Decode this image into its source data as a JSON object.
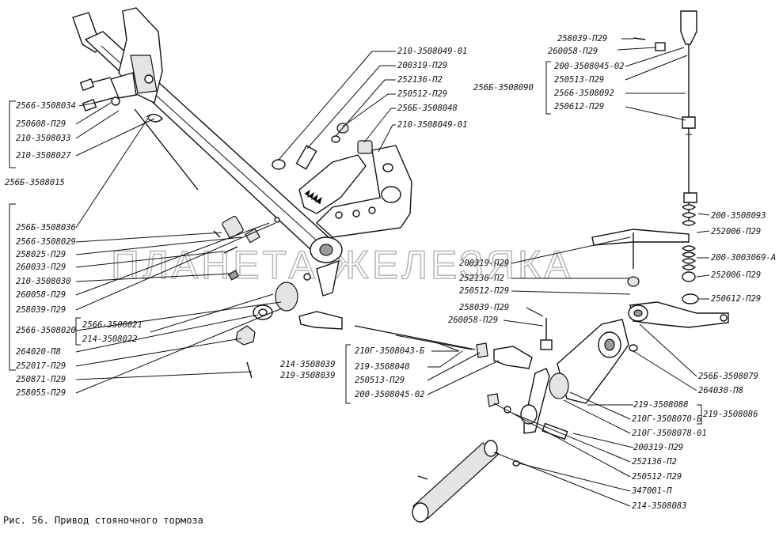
{
  "figure": {
    "caption": "Рис. 56. Привод стояночного тормоза",
    "watermark": "ПЛАНЕТА ЖЕЛЕЗЯКА"
  },
  "labels": {
    "left": [
      "2566-3508034",
      "250608-П29",
      "210-3508033",
      "210-3508027",
      "256Б-3508015",
      "256Б-3508036",
      "2566-3508029",
      "258025-П29",
      "260033-П29",
      "210-3508030",
      "260058-П29",
      "258039-П29",
      "2566-3508020",
      "2566-3508021",
      "214-3508022",
      "264020-П8",
      "252017-П29",
      "250871-П29",
      "258055-П29"
    ],
    "upper_mid": [
      "210-3508049-01",
      "200319-П29",
      "252136-П2",
      "250512-П29",
      "256Б-3508048",
      "210-3508049-01"
    ],
    "top_right": [
      "258039-П29",
      "260058-П29",
      "200-3508045-02",
      "250513-П29",
      "2566-3508092",
      "250612-П29"
    ],
    "top_right_group": "256Б-3508090",
    "center": [
      "200319-П29",
      "252136-П2",
      "250512-П29",
      "258039-П29",
      "260058-П29"
    ],
    "rod_group": [
      "210Г-3508043-Б",
      "219-3508040",
      "250513-П29",
      "200-3508045-02"
    ],
    "rod_left": [
      "214-3508039",
      "219-3508039"
    ],
    "right": [
      "200-3508093",
      "252006-П29",
      "200-3003069-А",
      "252006-П29",
      "250612-П29",
      "256Б-3508079",
      "264030-П8",
      "219-3508086"
    ],
    "lower_right": [
      "219-3508088",
      "210Г-3508070-Б",
      "210Г-3508078-01",
      "200319-П29",
      "252136-П2",
      "250512-П29",
      "347001-П",
      "214-3508083"
    ]
  }
}
